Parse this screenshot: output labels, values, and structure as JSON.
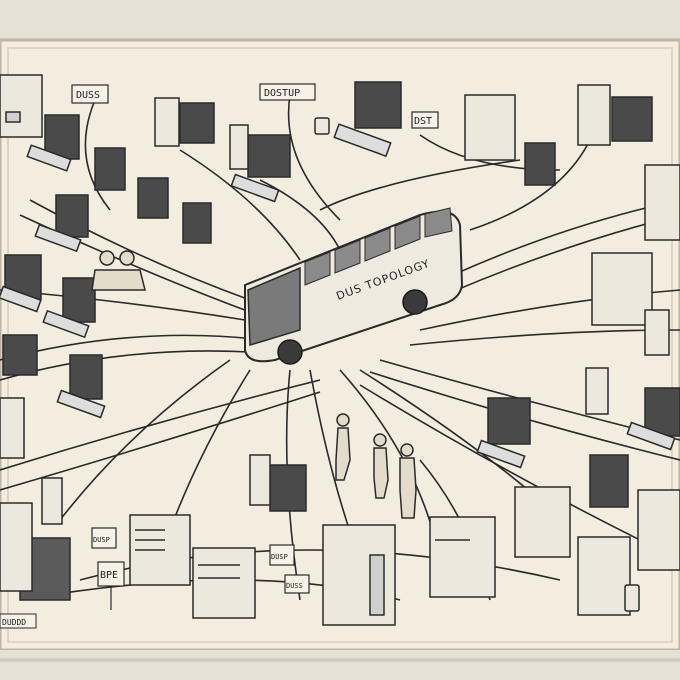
{
  "scene": {
    "labels": {
      "sign_top_left": "DUSS",
      "sign_top_center": "DOSTUP",
      "sign_top_right": "DST",
      "bus_text": "DUS TOPOLOGY",
      "sign_bottom_1": "DUSP",
      "sign_bottom_2": "DUSP",
      "sign_bottom_3": "DUSS",
      "sign_bottom_left": "BPE",
      "footer_tag": "DUDDD"
    }
  },
  "colors": {
    "paper": "#f3eddf",
    "frame": "#cfc8bb",
    "ink": "#2a2a2a",
    "screen": "#4a4a4a",
    "bus_body": "#efeadf"
  }
}
